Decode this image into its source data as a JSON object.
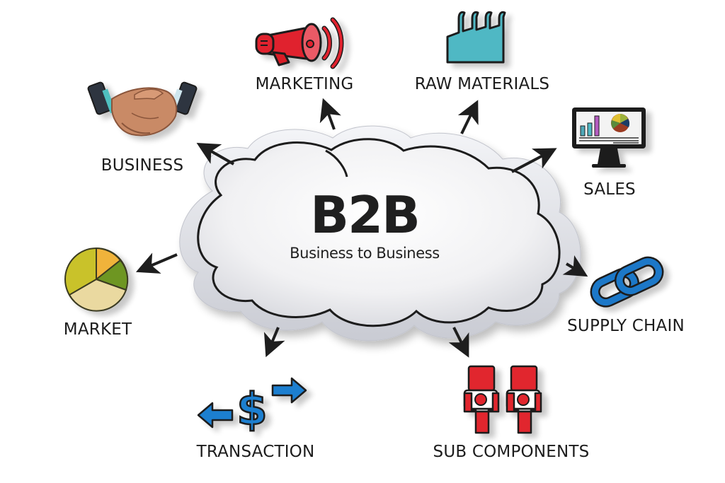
{
  "center": {
    "title": "B2B",
    "subtitle": "Business to Business"
  },
  "nodes": [
    {
      "id": "marketing",
      "label": "MARKETING",
      "icon": "megaphone-icon"
    },
    {
      "id": "raw-materials",
      "label": "RAW MATERIALS",
      "icon": "factory-icon"
    },
    {
      "id": "business",
      "label": "BUSINESS",
      "icon": "handshake-icon"
    },
    {
      "id": "sales",
      "label": "SALES",
      "icon": "monitor-chart-icon"
    },
    {
      "id": "market",
      "label": "MARKET",
      "icon": "pie-chart-icon"
    },
    {
      "id": "supply-chain",
      "label": "SUPPLY CHAIN",
      "icon": "chain-link-icon"
    },
    {
      "id": "transaction",
      "label": "TRANSACTION",
      "icon": "dollar-exchange-icon"
    },
    {
      "id": "sub-components",
      "label": "SUB COMPONENTS",
      "icon": "puzzle-pieces-icon"
    }
  ],
  "colors": {
    "megaphone": "#e0222e",
    "factory": "#4fb8c4",
    "chain": "#1f78c8",
    "dollar": "#1e7fd0",
    "puzzle": "#e1262d",
    "pie_yellow": "#c9c22a",
    "pie_orange": "#f0b33a",
    "pie_green": "#6e9622",
    "pie_cream": "#ead9a0",
    "skin": "#c98a66",
    "arrow": "#1e1e1e"
  }
}
